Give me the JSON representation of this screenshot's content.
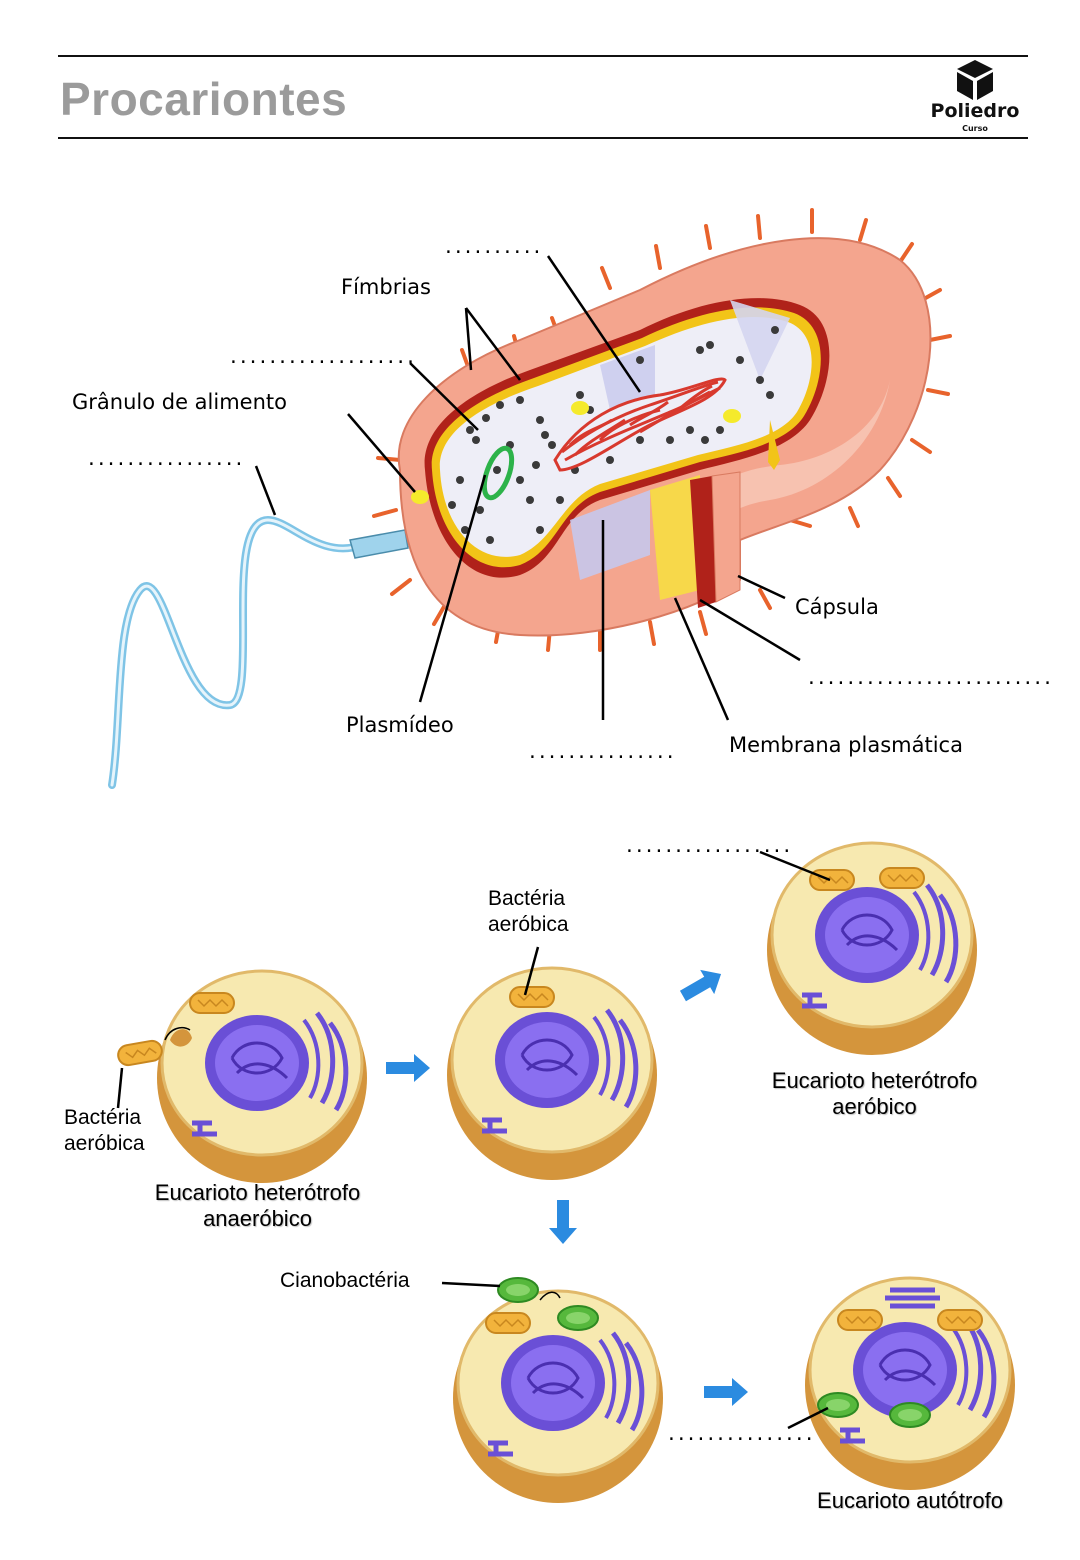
{
  "header": {
    "title": "Procariontes",
    "brand_name": "Poliedro",
    "brand_sub": "Curso"
  },
  "bacteria_labels": {
    "blank_top": "..........",
    "fimbrias": "Fímbrias",
    "blank_left": "...................",
    "granulo": "Grânulo de alimento",
    "blank_flagelo": "................",
    "capsula": "Cápsula",
    "blank_right": ".........................",
    "plasmideo": "Plasmídeo",
    "blank_bottom": "...............",
    "membrana": "Membrana plasmática"
  },
  "endosymbiosis_labels": {
    "blank_top": ".................",
    "bacteria_aerobica_mid": [
      "Bactéria",
      "aeróbica"
    ],
    "bacteria_aerobica_left": [
      "Bactéria",
      "aeróbica"
    ],
    "eucarioto_anaerobico": [
      "Eucarioto heterótrofo",
      "anaeróbico"
    ],
    "eucarioto_aerobico": [
      "Eucarioto heterótrofo",
      "aeróbico"
    ],
    "cianobacteria": "Cianobactéria",
    "blank_bottom": "...............",
    "eucarioto_autotrofo": "Eucarioto autótrofo"
  },
  "colors": {
    "capsule": "#f4a58e",
    "cell_wall": "#b0221a",
    "membrane": "#f2c418",
    "cytoplasm": "#eeeef7",
    "dna": "#d8392e",
    "plasmid": "#2db34a",
    "flagellum": "#7fc4e6",
    "cell_body": "#f7e9b0",
    "cell_shell": "#d4953c",
    "nucleus": "#6a4fd6",
    "mitochondrion": "#f2b33c",
    "chloroplast": "#56b83c",
    "arrow": "#2b8be0"
  }
}
